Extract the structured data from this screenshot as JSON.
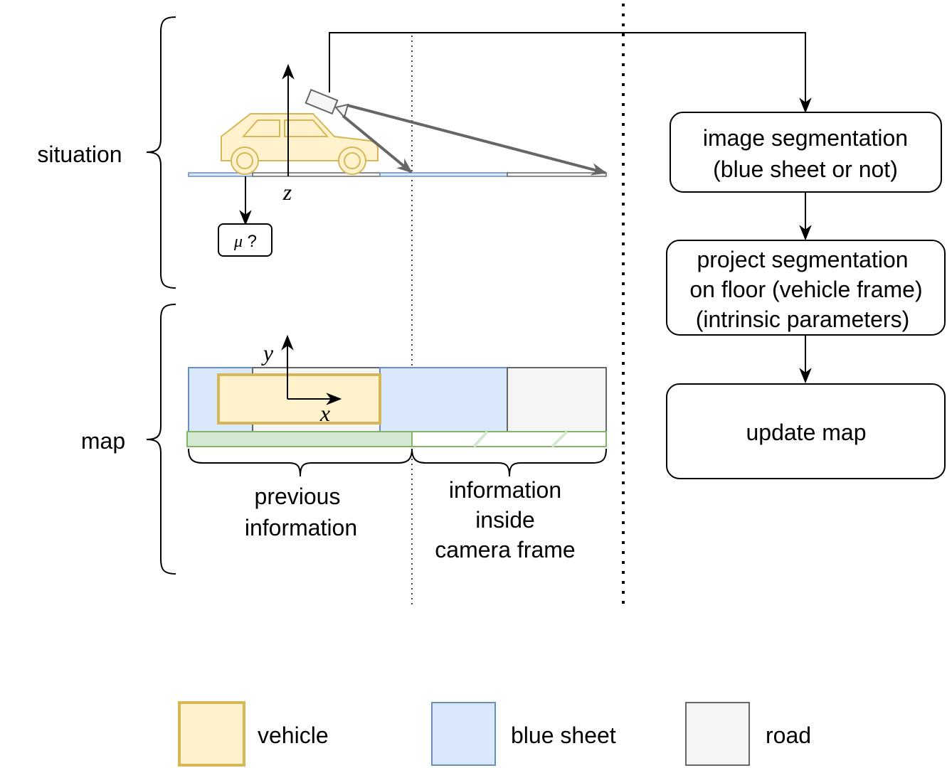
{
  "sections": {
    "situation_label": "situation",
    "map_label": "map"
  },
  "situation": {
    "axis_z": "z",
    "friction_box": "μ ?"
  },
  "map": {
    "axis_x": "x",
    "axis_y": "y",
    "previous_line1": "previous",
    "previous_line2": "information",
    "camera_line1": "information",
    "camera_line2": "inside",
    "camera_line3": "camera frame"
  },
  "flow": {
    "step1_line1": "image segmentation",
    "step1_line2": "(blue sheet or not)",
    "step2_line1": "project segmentation",
    "step2_line2": "on floor (vehicle frame)",
    "step2_line3": "(intrinsic parameters)",
    "step3": "update map"
  },
  "legend": [
    {
      "label": "vehicle",
      "fill": "#fff2cc",
      "stroke": "#d6b656"
    },
    {
      "label": "blue sheet",
      "fill": "#dae8fc",
      "stroke": "#6c8ebf"
    },
    {
      "label": "road",
      "fill": "#f5f5f5",
      "stroke": "#666666"
    }
  ],
  "colors": {
    "vehicle_fill": "#fff2cc",
    "vehicle_stroke": "#d6b656",
    "blue_fill": "#dae8fc",
    "blue_stroke": "#6c8ebf",
    "road_fill": "#f5f5f5",
    "road_stroke": "#666666",
    "green_fill": "#d5e8d4",
    "green_stroke": "#82b366",
    "camera_ray": "#666666"
  }
}
